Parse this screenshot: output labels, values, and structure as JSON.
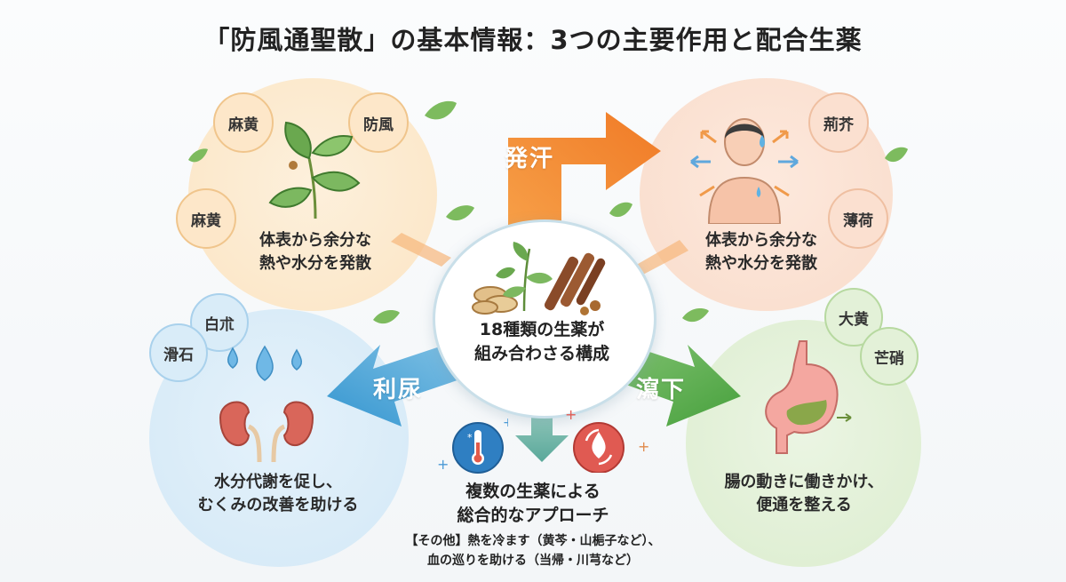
{
  "title": "「防風通聖散」の基本情報：3つの主要作用と配合生薬",
  "center": {
    "line1": "18種類の生薬が",
    "line2": "組み合わさる構成"
  },
  "arrows": {
    "sweat": "発汗",
    "diuresis": "利尿",
    "purge": "瀉下"
  },
  "top_left": {
    "herbs": [
      "麻黄",
      "防風",
      "麻黄"
    ],
    "line1": "体表から余分な",
    "line2": "熱や水分を発散"
  },
  "top_right": {
    "herbs": [
      "荊芥",
      "薄荷"
    ],
    "line1": "体表から余分な",
    "line2": "熱や水分を発散"
  },
  "bottom_left": {
    "herbs": [
      "白朮",
      "滑石"
    ],
    "line1": "水分代謝を促し、",
    "line2": "むくみの改善を助ける"
  },
  "bottom_right": {
    "herbs": [
      "大黄",
      "芒硝"
    ],
    "line1": "腸の動きに働きかけ、",
    "line2": "便通を整える"
  },
  "bottom_center": {
    "line1": "複数の生薬による",
    "line2": "総合的なアプローチ",
    "note1": "【その他】熱を冷ます（黄芩・山梔子など）、",
    "note2": "血の巡りを助ける（当帰・川芎など）"
  },
  "colors": {
    "orange": "#f28a2e",
    "blue": "#3f9fd4",
    "green": "#58ad4c",
    "teal": "#6fb3a4"
  },
  "icons": [
    "herb-leaf-icon",
    "person-sweating-icon",
    "kidney-icon",
    "water-drop-icon",
    "stomach-icon",
    "thermometer-icon",
    "blood-circulation-icon",
    "herbal-medicine-icon"
  ]
}
